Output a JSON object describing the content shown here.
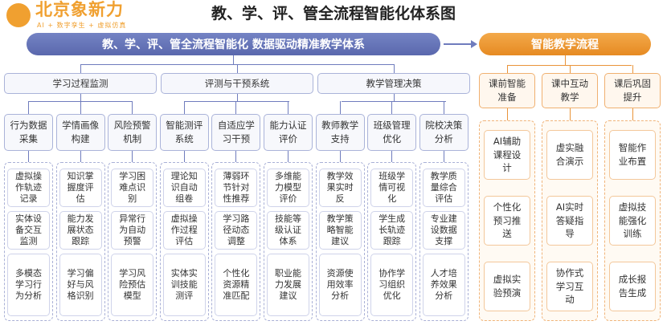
{
  "title": "教、学、评、管全流程智能化体系图",
  "main_header": "教、学、评、管全流程智能化 数据驱动精准教学体系",
  "right_header": "智能教学流程",
  "categories": [
    {
      "label": "学习过程监测",
      "subs": [
        {
          "label": "行为数据采集",
          "leaves": [
            "虚拟操作轨迹记录",
            "实体设备交互监测",
            "多模态学习行为分析"
          ]
        },
        {
          "label": "学情画像构建",
          "leaves": [
            "知识掌握度评估",
            "能力发展状态跟踪",
            "学习偏好与风格识别"
          ]
        },
        {
          "label": "风险预警机制",
          "leaves": [
            "学习困难点识别",
            "异常行为自动预警",
            "学习风险预估模型"
          ]
        }
      ]
    },
    {
      "label": "评测与干预系统",
      "subs": [
        {
          "label": "智能测评系统",
          "leaves": [
            "理论知识自动组卷",
            "虚拟操作过程评估",
            "实体实训技能测评"
          ]
        },
        {
          "label": "自适应学习干预",
          "leaves": [
            "薄弱环节针对性推荐",
            "学习路径动态调整",
            "个性化资源精准匹配"
          ]
        },
        {
          "label": "能力认证评价",
          "leaves": [
            "多维能力模型评价",
            "技能等级认证体系",
            "职业能力发展建议"
          ]
        }
      ]
    },
    {
      "label": "教学管理决策",
      "subs": [
        {
          "label": "教师教学支持",
          "leaves": [
            "教学效果实时反",
            "教学策略智能建议",
            "资源使用效率分析"
          ]
        },
        {
          "label": "班级管理优化",
          "leaves": [
            "班级学情可视化",
            "学生成长轨迹跟踪",
            "协作学习组织优化"
          ]
        },
        {
          "label": "院校决策分析",
          "leaves": [
            "教学质量综合评估",
            "专业建设数据支撑",
            "人才培养效果分析"
          ]
        }
      ]
    }
  ],
  "flow": [
    {
      "label": "课前智能准备",
      "leaves": [
        "AI辅助课程设计",
        "个性化预习推送",
        "虚拟实验预演"
      ]
    },
    {
      "label": "课中互动教学",
      "leaves": [
        "虚实融合演示",
        "AI实时答疑指导",
        "协作式学习互动"
      ]
    },
    {
      "label": "课后巩固提升",
      "leaves": [
        "智能作业布置",
        "虚拟技能强化训练",
        "成长报告生成"
      ]
    }
  ],
  "logo": {
    "name": "北京象新力",
    "slogan": "AI + 数字孪生 + 虚拟仿真"
  },
  "colors": {
    "blue": "#5a68ad",
    "orange": "#e68a22"
  }
}
